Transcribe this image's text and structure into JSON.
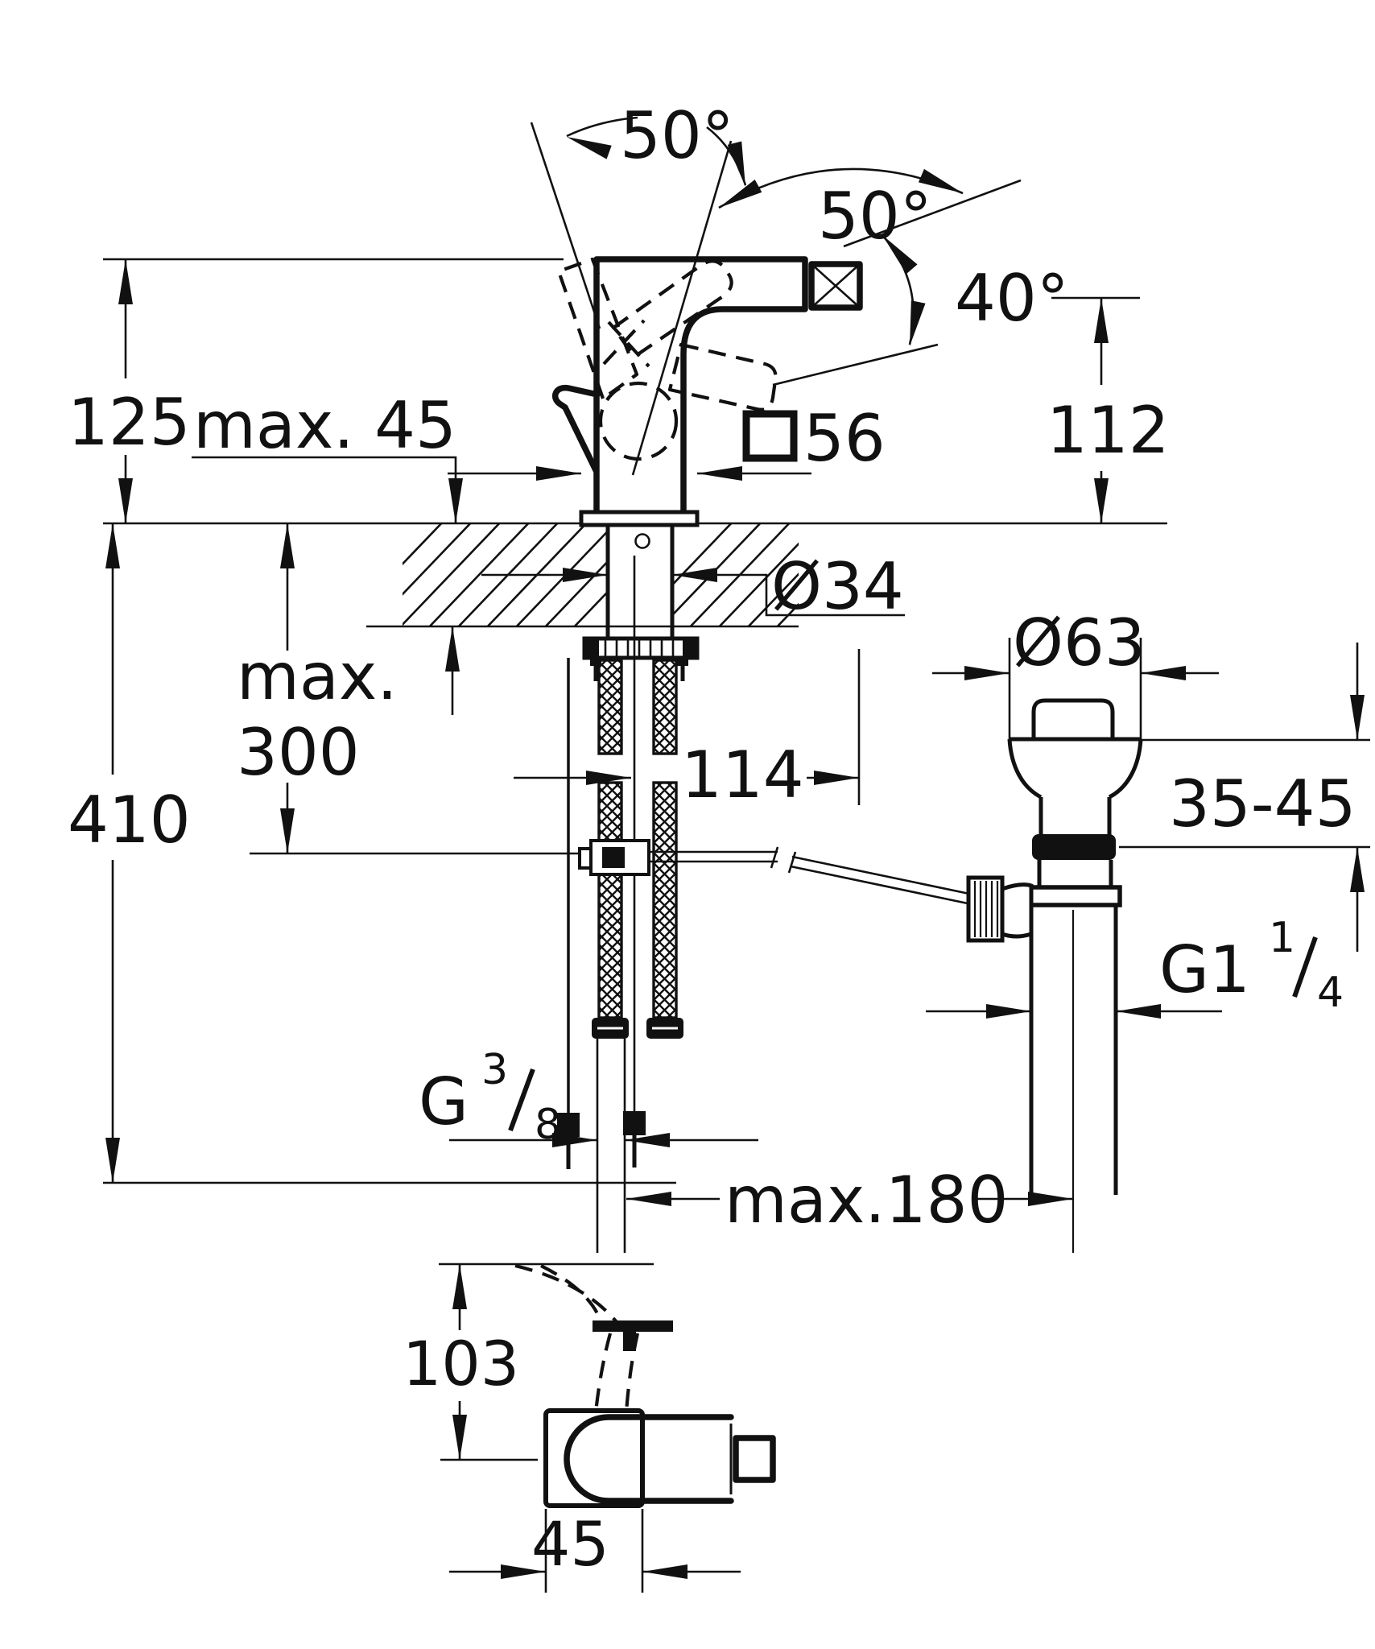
{
  "diagram": {
    "type": "technical-drawing",
    "subject": "single-lever bidet mixer installation dimensions",
    "units": "mm",
    "colors": {
      "line": "#111111",
      "background": "#ffffff"
    },
    "side_view": {
      "angles": {
        "handle_swing": "50°",
        "spout_swivel": "50°",
        "spout_tilt": "40°"
      },
      "dims": {
        "height_above_deck": "125",
        "deck_thickness": "max. 45",
        "spout_height": "112",
        "body_square": "56",
        "shank_diameter": "Ø34"
      }
    },
    "below_deck": {
      "dims": {
        "hose_max_label": "max.",
        "hose_max_value": "300",
        "total_depth": "410",
        "hose_offset": "114",
        "supply_thread_g": "G",
        "supply_thread_num": "3",
        "supply_thread_den": "8"
      }
    },
    "drain_valve": {
      "dims": {
        "flange_diameter": "Ø63",
        "mount_thickness": "35-45",
        "thread_g": "G1",
        "thread_num": "1",
        "thread_den": "4",
        "rod_reach": "max.180"
      }
    },
    "top_view": {
      "dims": {
        "depth": "103",
        "width": "45"
      }
    }
  }
}
